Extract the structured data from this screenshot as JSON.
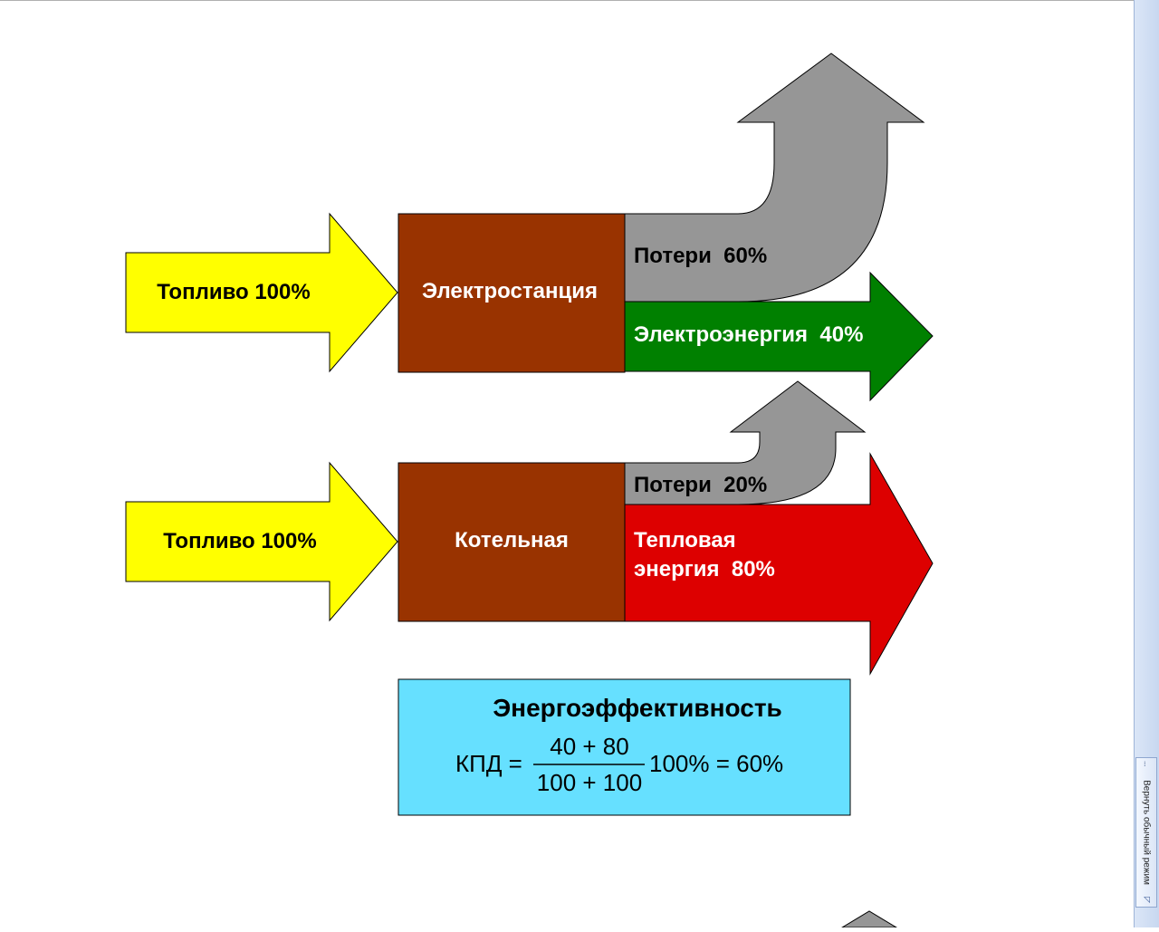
{
  "colors": {
    "fuel": "#ffff00",
    "plant": "#993300",
    "loss": "#969696",
    "electric": "#008000",
    "heat": "#dd0000",
    "formula_box": "#66e0ff",
    "outline": "#000000"
  },
  "top_flow": {
    "fuel_label": "Топливо 100%",
    "plant_label": "Электростанция",
    "loss_label": "Потери  60%",
    "output_label": "Электроэнергия  40%"
  },
  "bottom_flow": {
    "fuel_label": "Топливо 100%",
    "plant_label": "Котельная",
    "loss_label": "Потери  20%",
    "output_label_line1": "Тепловая",
    "output_label_line2": "энергия  80%"
  },
  "formula": {
    "title": "Энергоэффективность",
    "lhs": "КПД =",
    "numerator": "40 + 80",
    "denominator": "100 + 100",
    "rhs": "100% = 60%"
  },
  "side_panel": {
    "tab_label": "Вернуть обычный режим",
    "grip_icon": "double-dot-grip-icon",
    "corner_icon": "expand-corner-icon"
  }
}
